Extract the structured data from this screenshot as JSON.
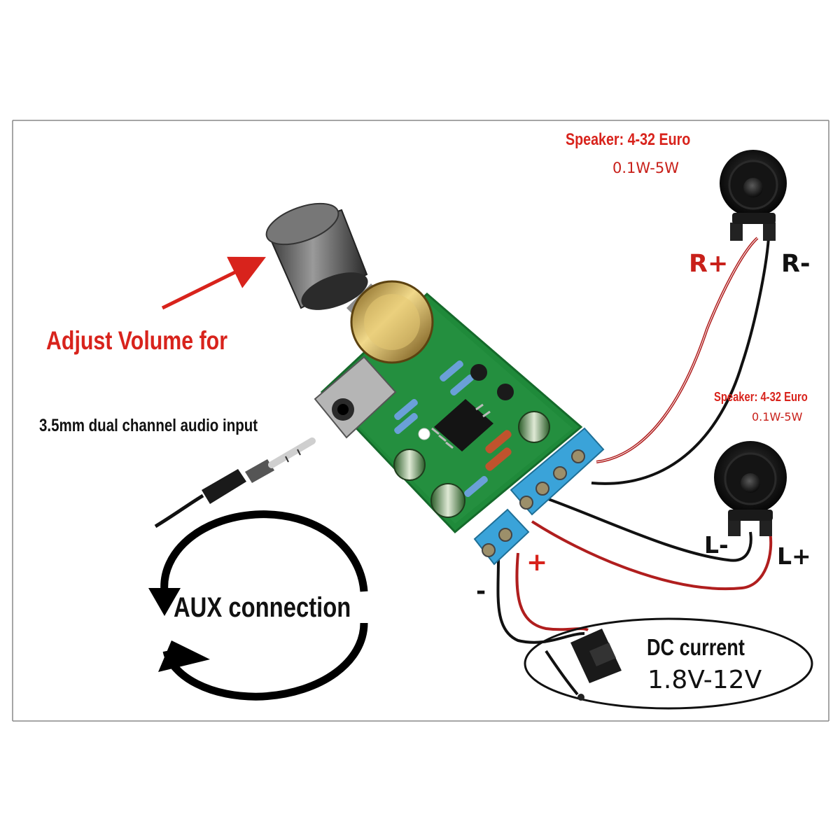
{
  "labels": {
    "speaker_top_title": "Speaker: 4-32 Euro",
    "speaker_top_power": "0.1W-5W",
    "speaker_bottom_title": "Speaker: 4-32 Euro",
    "speaker_bottom_power": "0.1W-5W",
    "r_plus": "R+",
    "r_minus": "R-",
    "l_minus": "L-",
    "l_plus": "L+",
    "adjust_volume": "Adjust Volume for",
    "audio_input": "3.5mm dual channel audio input",
    "aux_connection": "AUX connection",
    "dc_title": "DC current",
    "dc_range": "1.8V-12V",
    "minus": "-",
    "plus": "+"
  },
  "colors": {
    "label_red": "#d8231c",
    "wire_red": "#b01e1e",
    "wire_black": "#111111",
    "pcb_green": "#1f8a3a",
    "terminal_blue": "#3aa3d9"
  }
}
